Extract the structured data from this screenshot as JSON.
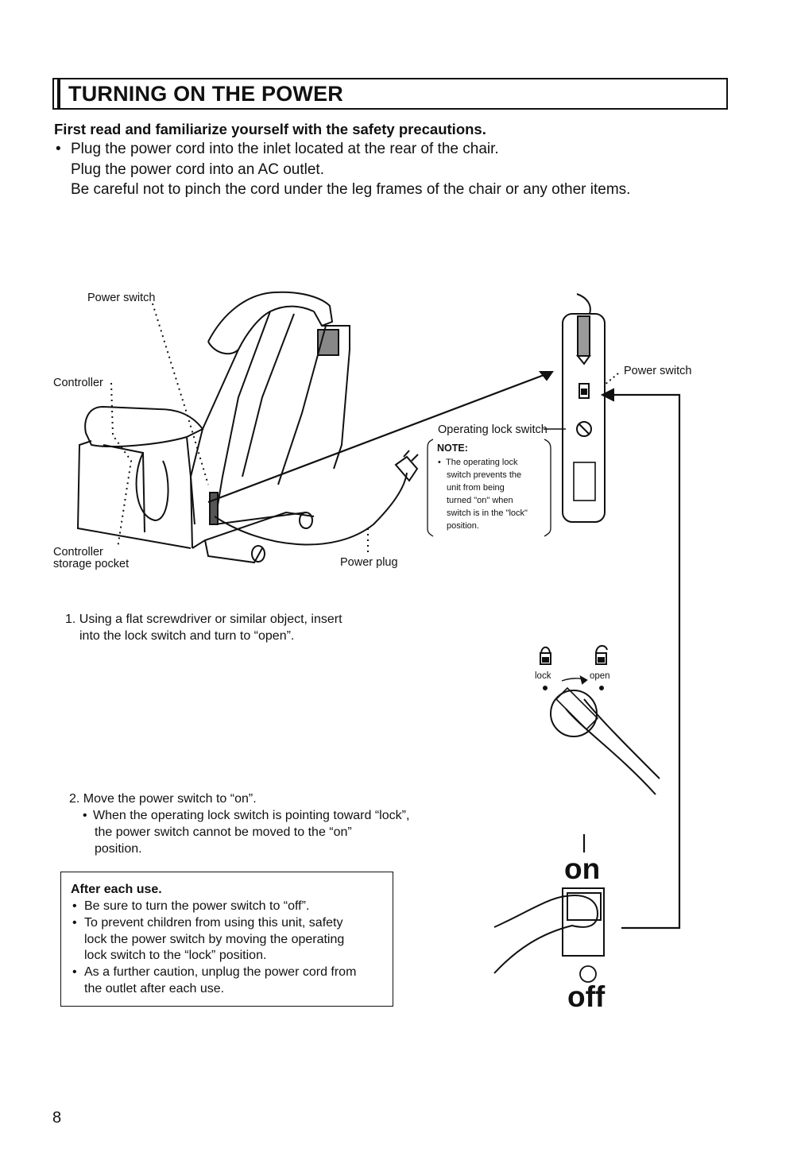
{
  "header": {
    "title": "TURNING ON THE POWER"
  },
  "intro": {
    "heading": "First read and familiarize yourself with the safety precautions.",
    "bullet": "Plug the power cord into the inlet located at the rear of the chair.",
    "line2": "Plug the power cord into an AC outlet.",
    "line3": "Be careful not to pinch the cord under the leg frames of the chair or any other items."
  },
  "figure": {
    "labels": {
      "power_switch_left": "Power switch",
      "controller": "Controller",
      "controller_storage_1": "Controller",
      "controller_storage_2": "storage pocket",
      "power_plug": "Power plug",
      "operating_lock_switch": "Operating lock switch",
      "power_switch_right": "Power switch"
    },
    "note": {
      "title": "NOTE:",
      "lines": [
        "The operating lock",
        "switch prevents the",
        "unit from being",
        "turned \"on\" when",
        "switch is in the \"lock\"",
        "position."
      ]
    }
  },
  "steps": {
    "step1_l1": "1. Using a flat screwdriver or similar object, insert",
    "step1_l2": "into the lock  switch and turn to “open”.",
    "step2_l1": "2. Move the power switch to “on”.",
    "step2_l2": "When the operating lock switch is pointing toward “lock”,",
    "step2_l3": "the power switch cannot be moved to the “on”",
    "step2_l4": "position."
  },
  "lock_labels": {
    "lock": "lock",
    "open": "open"
  },
  "switch_labels": {
    "on_symbol": "I",
    "on": "on",
    "off_symbol": "O",
    "off": "off"
  },
  "after_use": {
    "title": "After each use.",
    "b1_l1": "Be sure to turn the power switch to “off”.",
    "b2_l1": "To prevent children from using this unit, safety",
    "b2_l2": "lock the power switch by moving the operating",
    "b2_l3": "lock switch to the “lock” position.",
    "b3_l1": "As a further caution, unplug the power cord from",
    "b3_l2": "the outlet after each use."
  },
  "footer": {
    "page_number": "8"
  }
}
